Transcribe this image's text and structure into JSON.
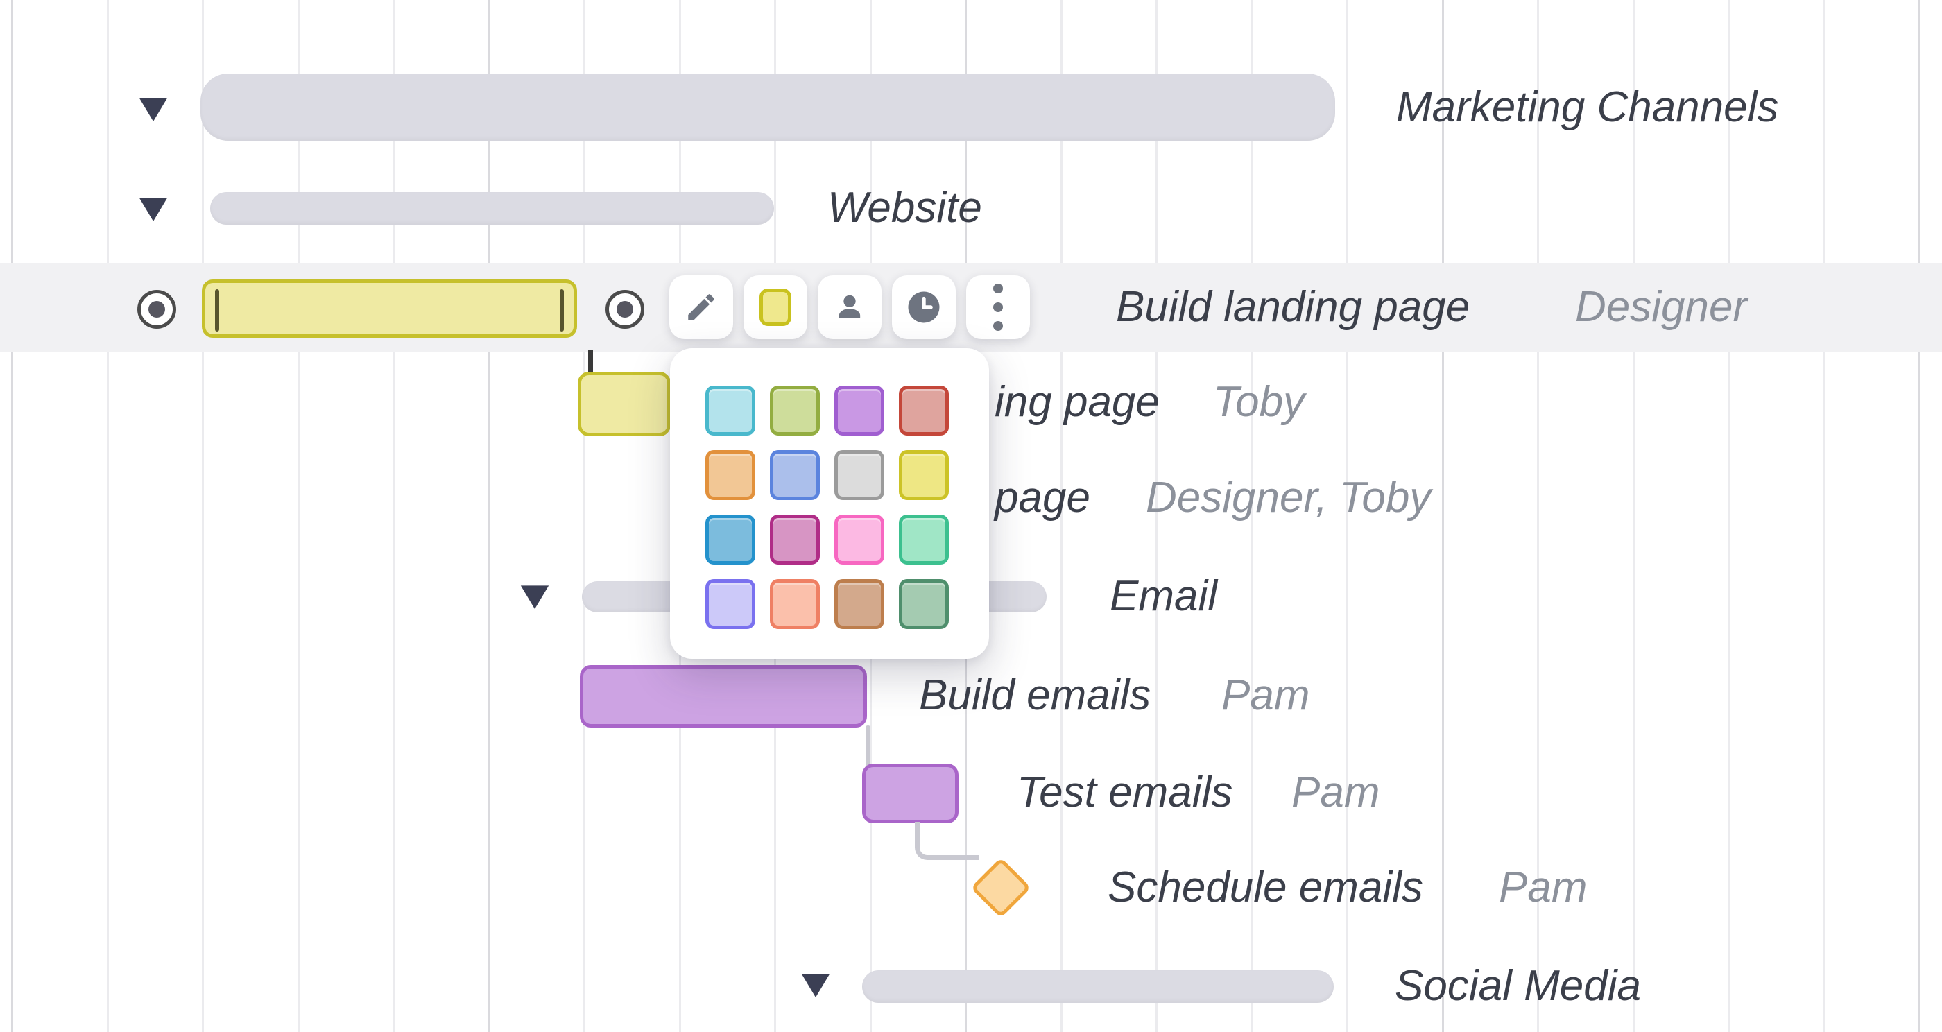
{
  "app": {
    "name": "Gantt chart view",
    "selected_task": "Build landing page"
  },
  "rows": [
    {
      "id": "marketing-channels",
      "label": "Marketing Channels",
      "assignee": "",
      "type": "group",
      "collapsed": false,
      "bar_color": "gray"
    },
    {
      "id": "website",
      "label": "Website",
      "assignee": "",
      "type": "group",
      "collapsed": false,
      "bar_color": "gray"
    },
    {
      "id": "build-landing-page",
      "label": "Build landing page",
      "assignee": "Designer",
      "type": "task",
      "state": "selected",
      "bar_color": "yellow"
    },
    {
      "id": "landing-page-task-2",
      "label": "ing page",
      "assignee": "Toby",
      "type": "task",
      "bar_color": "yellow",
      "note": "task name partially hidden behind color picker"
    },
    {
      "id": "landing-page-task-3",
      "label": "page",
      "assignee": "Designer, Toby",
      "type": "task",
      "note": "bar and name partially hidden behind color picker"
    },
    {
      "id": "email",
      "label": "Email",
      "assignee": "",
      "type": "group",
      "collapsed": false,
      "bar_color": "gray"
    },
    {
      "id": "build-emails",
      "label": "Build emails",
      "assignee": "Pam",
      "type": "task",
      "bar_color": "purple"
    },
    {
      "id": "test-emails",
      "label": "Test emails",
      "assignee": "Pam",
      "type": "task",
      "bar_color": "purple"
    },
    {
      "id": "schedule-emails",
      "label": "Schedule emails",
      "assignee": "Pam",
      "type": "milestone",
      "bar_color": "orange"
    },
    {
      "id": "social-media",
      "label": "Social Media",
      "assignee": "",
      "type": "group",
      "collapsed": false,
      "bar_color": "gray"
    }
  ],
  "toolbar": {
    "buttons": [
      {
        "name": "edit",
        "icon": "pencil-icon"
      },
      {
        "name": "color",
        "icon": "color-swatch-yellow"
      },
      {
        "name": "assign-people",
        "icon": "person-icon"
      },
      {
        "name": "time",
        "icon": "clock-icon"
      },
      {
        "name": "more",
        "icon": "kebab-menu-icon"
      }
    ]
  },
  "color_picker": {
    "swatches": [
      {
        "name": "cyan",
        "fill": "#b3e3ec",
        "border": "#49b8cc"
      },
      {
        "name": "green",
        "fill": "#cedd9b",
        "border": "#93ad41"
      },
      {
        "name": "purple",
        "fill": "#c998e4",
        "border": "#a05ed0"
      },
      {
        "name": "red",
        "fill": "#dfa49e",
        "border": "#c4473a"
      },
      {
        "name": "orange",
        "fill": "#f2c795",
        "border": "#e2913c"
      },
      {
        "name": "blue",
        "fill": "#abbfeb",
        "border": "#5b84de"
      },
      {
        "name": "gray",
        "fill": "#dcdcdc",
        "border": "#9b9b9b"
      },
      {
        "name": "yellow",
        "fill": "#eee784",
        "border": "#ccc327"
      },
      {
        "name": "steel-blue",
        "fill": "#7cbcdd",
        "border": "#2492cc"
      },
      {
        "name": "magenta",
        "fill": "#d795c4",
        "border": "#b02d87"
      },
      {
        "name": "pink",
        "fill": "#fcb9e3",
        "border": "#f767c1"
      },
      {
        "name": "mint",
        "fill": "#a0e6c6",
        "border": "#3cc08f"
      },
      {
        "name": "periwinkle",
        "fill": "#ccc9f9",
        "border": "#7a71ef"
      },
      {
        "name": "salmon",
        "fill": "#fbc0ab",
        "border": "#ef8064"
      },
      {
        "name": "tan",
        "fill": "#d3a98c",
        "border": "#bd7e4d"
      },
      {
        "name": "sea-green",
        "fill": "#a4cbb1",
        "border": "#4f8f6d"
      }
    ]
  },
  "colors": {
    "group_bar": "#dbdbe3",
    "selected_bar_fill": "#efeaa3",
    "selected_bar_border": "#c6c02c",
    "purple_bar_fill": "#cda3e3",
    "purple_bar_border": "#a965c9",
    "milestone_fill": "#fcd9a2",
    "milestone_border": "#f0a63c",
    "row_highlight": "#f1f1f3",
    "label_text": "#3b3f4a",
    "assignee_text": "#8c919b",
    "triangle": "#3b3f54",
    "icon_gray": "#6e7480"
  }
}
